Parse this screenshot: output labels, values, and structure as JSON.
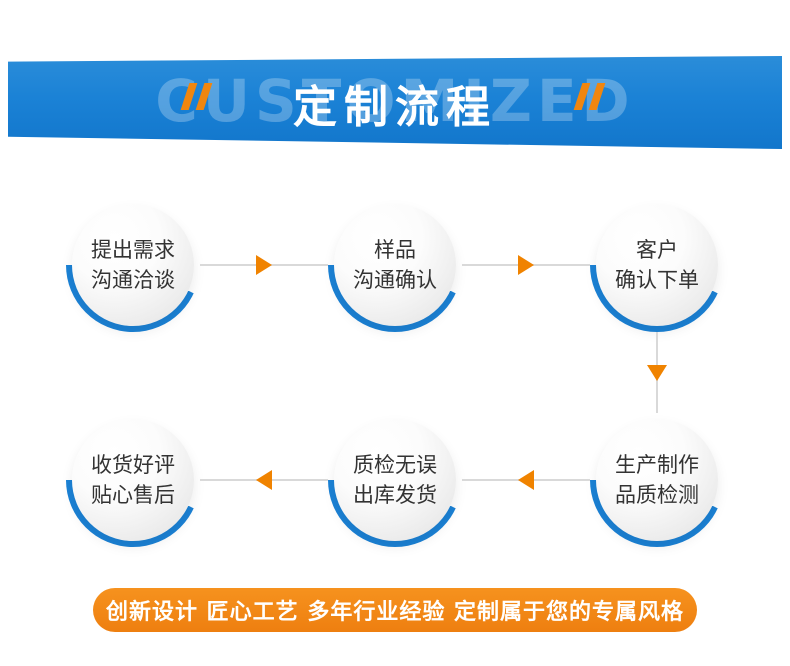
{
  "header": {
    "watermark": "CUSTOMIZED",
    "title": "定制流程"
  },
  "steps": [
    {
      "lines": [
        "提出需求",
        "沟通洽谈"
      ]
    },
    {
      "lines": [
        "样品",
        "沟通确认"
      ]
    },
    {
      "lines": [
        "客户",
        "确认下单"
      ]
    },
    {
      "lines": [
        "生产制作",
        "品质检测"
      ]
    },
    {
      "lines": [
        "质检无误",
        "出库发货"
      ]
    },
    {
      "lines": [
        "收货好评",
        "贴心售后"
      ]
    }
  ],
  "footer": {
    "text": "创新设计 匠心工艺 多年行业经验 定制属于您的专属风格"
  },
  "colors": {
    "banner_blue": "#1b82d6",
    "accent_orange": "#f0860f",
    "arrow_orange": "#f08300",
    "arc_blue": "#1b82d6"
  }
}
